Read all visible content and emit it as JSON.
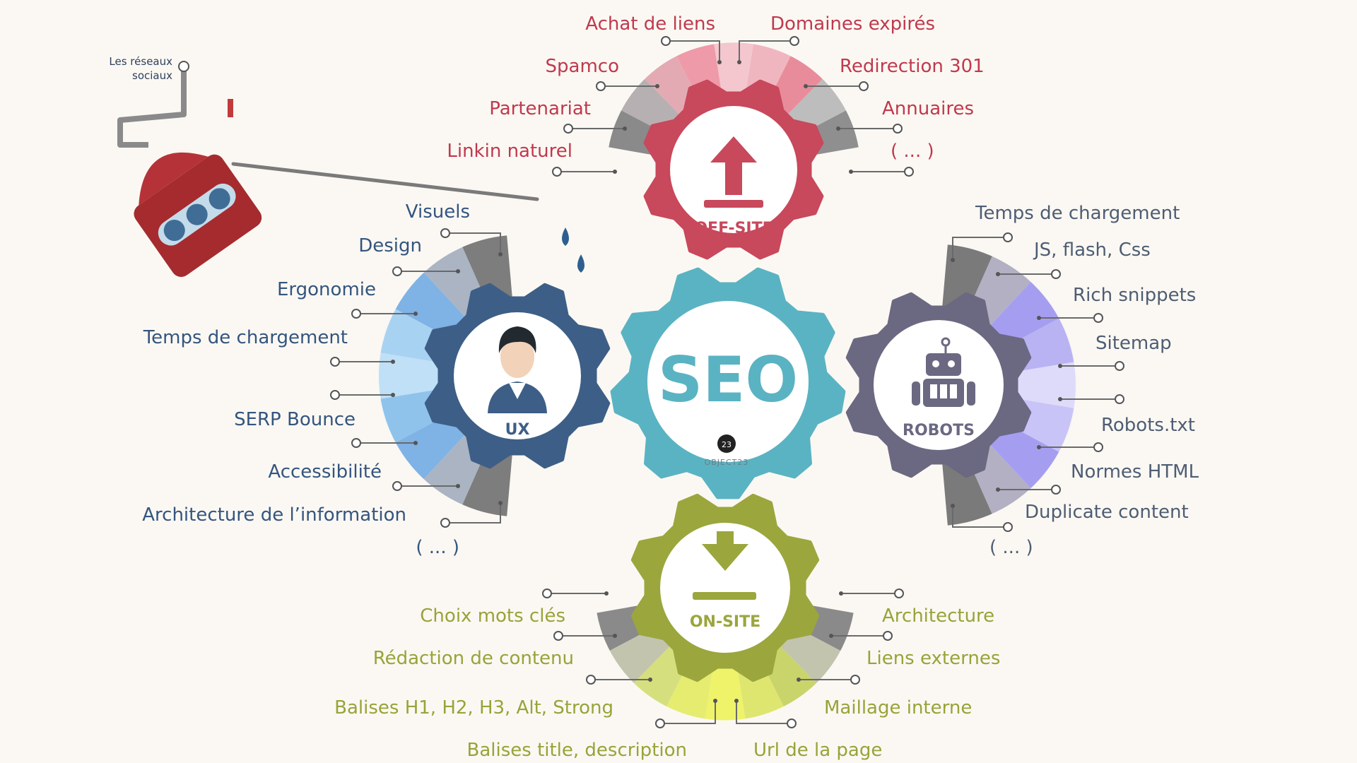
{
  "colors": {
    "background": "#fbf8f3",
    "seo": "#5ab3c2",
    "offsite": "#c8485c",
    "offsite_text": "#c0394d",
    "ux": "#3d5e86",
    "ux_text": "#34557f",
    "robots": "#6b6882",
    "robots_text": "#4e5d73",
    "onsite": "#9ba63d",
    "onsite_text": "#98a339"
  },
  "center": {
    "title": "SEO",
    "badge": "23",
    "brand": "OBJECT23"
  },
  "offsite": {
    "title": "OFF-SITE",
    "icon": "arrow-up-icon",
    "labels": [
      "Achat de liens",
      "Domaines expirés",
      "Spamco",
      "Redirection 301",
      "Partenariat",
      "Annuaires",
      "Linkin naturel",
      "( ... )"
    ]
  },
  "ux": {
    "title": "UX",
    "icon": "user-icon",
    "labels": [
      "Visuels",
      "Design",
      "Ergonomie",
      "Temps de chargement",
      "SERP Bounce",
      "Accessibilité",
      "Architecture de l’information",
      "( ... )"
    ]
  },
  "robots": {
    "title": "ROBOTS",
    "icon": "robot-icon",
    "labels": [
      "Temps de chargement",
      "JS, flash, Css",
      "Rich snippets",
      "Sitemap",
      "Robots.txt",
      "Normes HTML",
      "Duplicate content",
      "( ... )"
    ]
  },
  "onsite": {
    "title": "ON-SITE",
    "icon": "arrow-down-icon",
    "labels": [
      "Choix mots clés",
      "Architecture",
      "Rédaction de contenu",
      "Liens externes",
      "Balises H1, H2, H3, Alt, Strong",
      "Maillage interne",
      "Balises title, description",
      "Url de la page"
    ]
  },
  "social": {
    "label_line1": "Les réseaux",
    "label_line2": "sociaux",
    "icons": [
      "facebook-icon",
      "twitter-icon",
      "linkedin-icon"
    ]
  }
}
